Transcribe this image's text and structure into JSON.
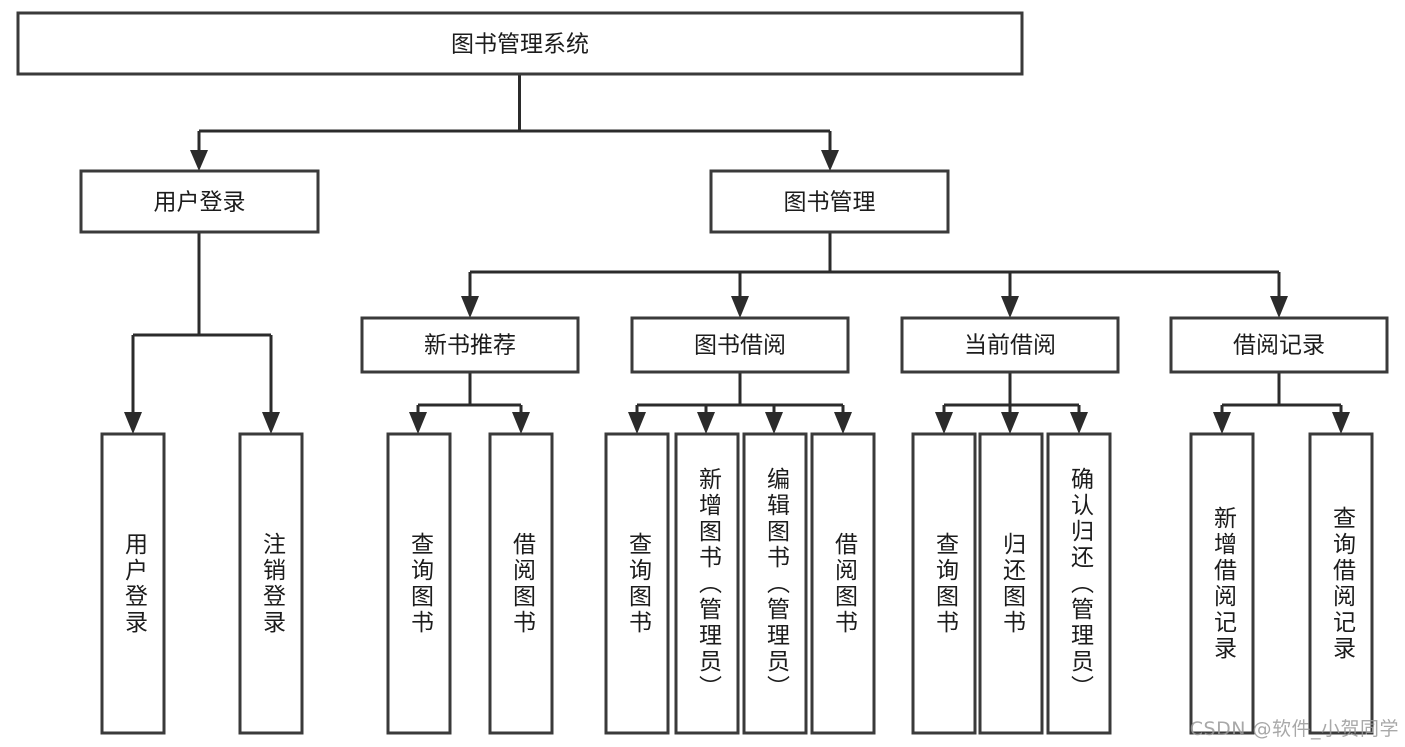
{
  "diagram": {
    "title": "图书管理系统",
    "type": "tree-hierarchy-chart",
    "orientation": "top-down",
    "root": {
      "id": "root",
      "label": "图书管理系统"
    },
    "level2": [
      {
        "id": "user-login",
        "label": "用户登录"
      },
      {
        "id": "book-manage",
        "label": "图书管理"
      }
    ],
    "level3": [
      {
        "id": "new-book-recommend",
        "label": "新书推荐",
        "parent": "book-manage"
      },
      {
        "id": "book-borrow",
        "label": "图书借阅",
        "parent": "book-manage"
      },
      {
        "id": "current-borrow",
        "label": "当前借阅",
        "parent": "book-manage"
      },
      {
        "id": "borrow-record",
        "label": "借阅记录",
        "parent": "book-manage"
      }
    ],
    "leaves": {
      "user_login": [
        {
          "id": "leaf-user-login",
          "label": "用户登录"
        },
        {
          "id": "leaf-logout",
          "label": "注销登录"
        }
      ],
      "new_book_recommend": [
        {
          "id": "leaf-query-book-1",
          "label": "查询图书"
        },
        {
          "id": "leaf-borrow-book-1",
          "label": "借阅图书"
        }
      ],
      "book_borrow": [
        {
          "id": "leaf-query-book-2",
          "label": "查询图书"
        },
        {
          "id": "leaf-add-book",
          "label": "新增图书（管理员）"
        },
        {
          "id": "leaf-edit-book",
          "label": "编辑图书（管理员）"
        },
        {
          "id": "leaf-borrow-book-2",
          "label": "借阅图书"
        }
      ],
      "current_borrow": [
        {
          "id": "leaf-query-book-3",
          "label": "查询图书"
        },
        {
          "id": "leaf-return-book",
          "label": "归还图书"
        },
        {
          "id": "leaf-confirm-return",
          "label": "确认归还（管理员）"
        }
      ],
      "borrow_record": [
        {
          "id": "leaf-add-record",
          "label": "新增借阅记录"
        },
        {
          "id": "leaf-query-record",
          "label": "查询借阅记录"
        }
      ]
    },
    "colors": {
      "box_stroke": "#3a3a3a",
      "box_fill": "#ffffff",
      "line": "#2b2b2b",
      "text": "#1c1c1c",
      "watermark": "#9a9a9a",
      "background": "#ffffff"
    }
  },
  "watermark": {
    "text": "CSDN @软件_小贺同学"
  }
}
